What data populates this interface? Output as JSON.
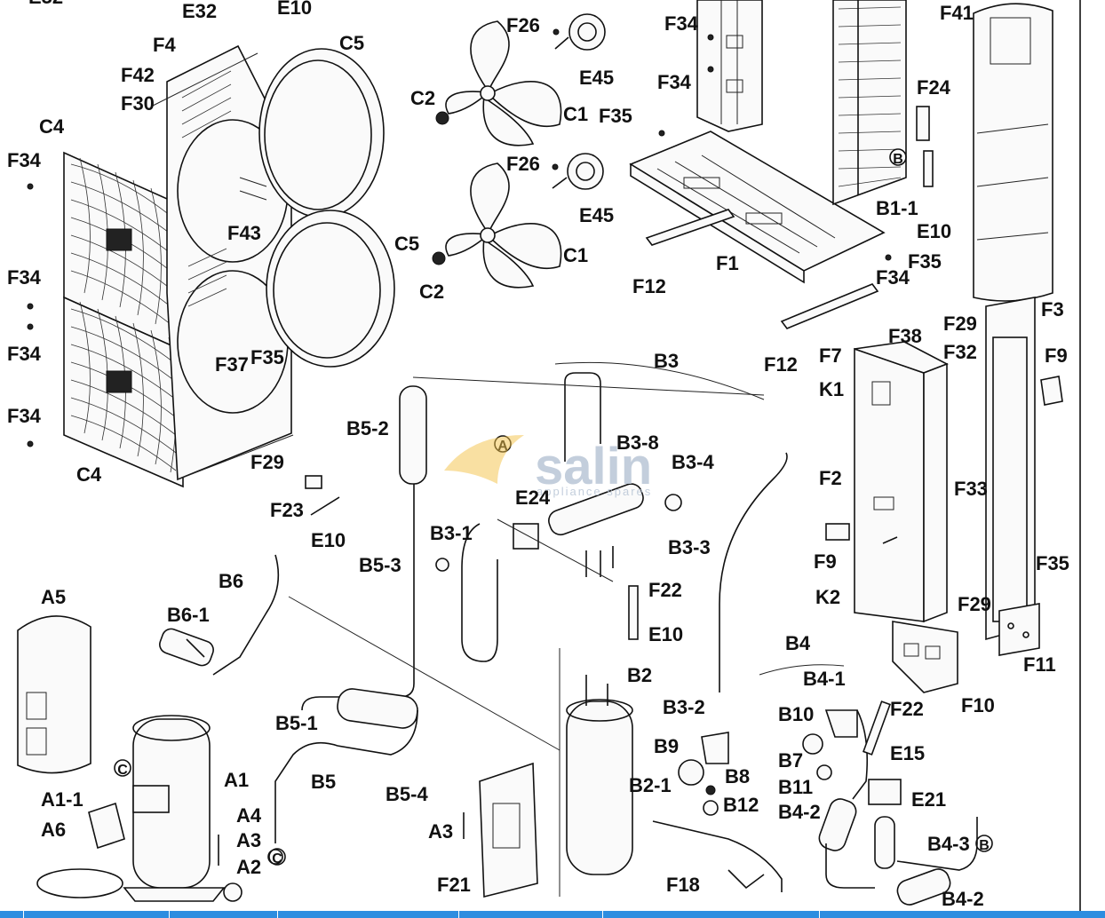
{
  "diagram": {
    "title": "",
    "labels": {
      "E32": "E32",
      "E10_top": "E10",
      "F4": "F4",
      "F42": "F42",
      "F30": "F30",
      "C4_top": "C4",
      "C4_bottom": "C4",
      "C5_top": "C5",
      "C5_bottom": "C5",
      "F34_1": "F34",
      "F34_2": "F34",
      "F34_3": "F34",
      "F34_4": "F34",
      "F43": "F43",
      "F37": "F37",
      "F35_left": "F35",
      "F29_left": "F29",
      "F26_top": "F26",
      "F26_bottom": "F26",
      "E45_top": "E45",
      "E45_bottom": "E45",
      "C2_top": "C2",
      "C2_bottom": "C2",
      "C1_top": "C1",
      "C1_bottom": "C1",
      "F35_mid": "F35",
      "F34_5": "F34",
      "F34_6": "F34",
      "F34_7": "F34",
      "F12_left": "F12",
      "F12_right": "F12",
      "F1": "F1",
      "F35_right": "F35",
      "F24": "F24",
      "B1_1": "B1-1",
      "E10_right": "E10",
      "F41": "F41",
      "F3": "F3",
      "F29_right": "F29",
      "F32": "F32",
      "F9_right": "F9",
      "F38": "F38",
      "F7": "F7",
      "K1": "K1",
      "F2": "F2",
      "F33": "F33",
      "F9_left": "F9",
      "K2": "K2",
      "F29_bottom": "F29",
      "F35_bottom": "F35",
      "F11": "F11",
      "F10": "F10",
      "B3": "B3",
      "B3_8": "B3-8",
      "B3_4": "B3-4",
      "B3_3": "B3-3",
      "B3_1": "B3-1",
      "B3_2": "B3-2",
      "E24": "E24",
      "B5_2": "B5-2",
      "F23": "F23",
      "E10_mid": "E10",
      "B5_3": "B5-3",
      "F22_mid": "F22",
      "E10_low": "E10",
      "B6": "B6",
      "B6_1": "B6-1",
      "A5": "A5",
      "B5_1": "B5-1",
      "B5": "B5",
      "B5_4": "B5-4",
      "B2": "B2",
      "B2_1": "B2-1",
      "B9": "B9",
      "B8": "B8",
      "B12": "B12",
      "A1": "A1",
      "A1_1": "A1-1",
      "A6": "A6",
      "A4": "A4",
      "A3_left": "A3",
      "A2": "A2",
      "A3_mid": "A3",
      "F21": "F21",
      "F18": "F18",
      "B4": "B4",
      "B4_1": "B4-1",
      "B10": "B10",
      "F22_right": "F22",
      "E15": "E15",
      "B7": "B7",
      "B11": "B11",
      "E21": "E21",
      "B4_2a": "B4-2",
      "B4_3": "B4-3",
      "B4_2b": "B4-2",
      "conn_A": "A",
      "conn_B_top": "B",
      "conn_B_bottom": "B",
      "conn_C_top": "C",
      "conn_C_bottom": "C"
    },
    "watermark": {
      "brand": "salin",
      "tagline": "appliance spares",
      "letter": "A"
    },
    "colors": {
      "line": "#111111",
      "watermark": "#b9c6d6",
      "watermark_accent": "#f4c24a",
      "bottom_bar": "#2d8de0"
    }
  },
  "bottom_bar": {
    "segments": [
      "",
      "",
      "",
      "",
      "",
      ""
    ]
  }
}
